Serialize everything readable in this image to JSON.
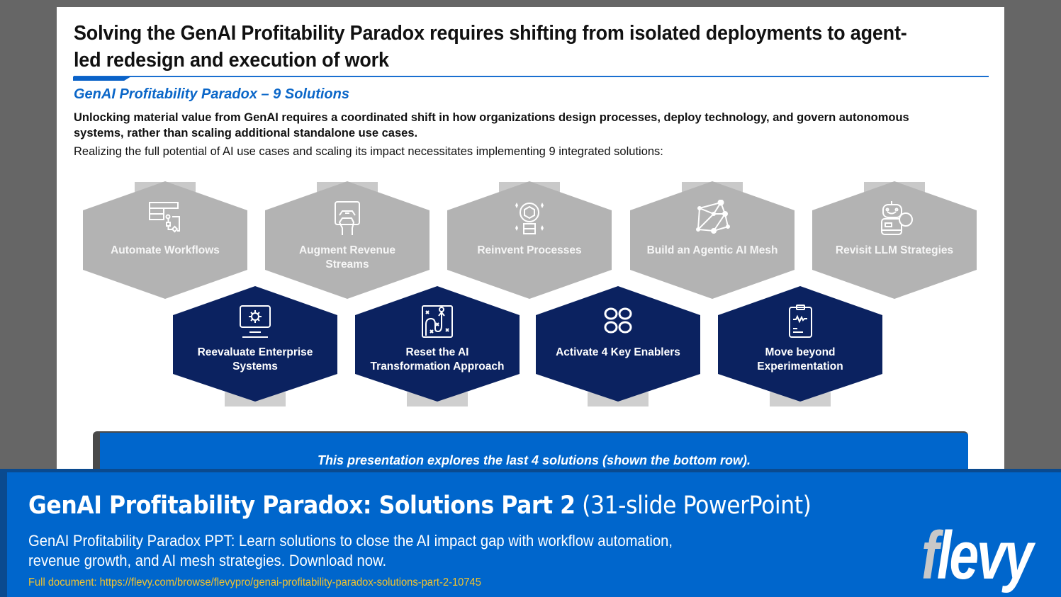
{
  "slide": {
    "title": "Solving the GenAI Profitability Paradox requires shifting from isolated deployments to agent-led redesign and execution of work",
    "subtitle": "GenAI Profitability Paradox – 9 Solutions",
    "lead_bold": "Unlocking material value from GenAI requires a coordinated shift in how organizations design processes, deploy technology, and govern autonomous systems, rather than scaling additional standalone use cases.",
    "lead": "Realizing the full potential of AI use cases and scaling its impact necessitates implementing 9 integrated solutions:",
    "colors": {
      "accent_blue": "#0066cc",
      "navy": "#0b2260",
      "hex_gray": "#b3b3b3"
    },
    "solutions_top": [
      {
        "label": "Automate Workflows",
        "icon": "workflow-icon"
      },
      {
        "label": "Augment Revenue Streams",
        "icon": "revenue-hand-icon"
      },
      {
        "label": "Reinvent Processes",
        "icon": "lightbulb-network-icon"
      },
      {
        "label": "Build an Agentic AI Mesh",
        "icon": "mesh-network-icon"
      },
      {
        "label": "Revisit LLM Strategies",
        "icon": "robot-icon"
      }
    ],
    "solutions_bottom": [
      {
        "label": "Reevaluate Enterprise Systems",
        "icon": "monitor-gear-icon"
      },
      {
        "label": "Reset the AI Transformation Approach",
        "icon": "strategy-board-icon"
      },
      {
        "label": "Activate 4 Key Enablers",
        "icon": "four-circles-icon"
      },
      {
        "label": "Move beyond Experimentation",
        "icon": "clipboard-pulse-icon"
      }
    ],
    "callout": "This presentation explores the last 4 solutions (shown the bottom row)."
  },
  "footer": {
    "title_bold": "GenAI Profitability Paradox: Solutions Part 2",
    "title_light": " (31-slide PowerPoint)",
    "description": "GenAI Profitability Paradox PPT: Learn solutions to close the AI impact gap with workflow automation, revenue growth, and AI mesh strategies. Download now.",
    "link": "Full document: https://flevy.com/browse/flevypro/genai-profitability-paradox-solutions-part-2-10745",
    "logo_f": "f",
    "logo_rest": "levy"
  }
}
